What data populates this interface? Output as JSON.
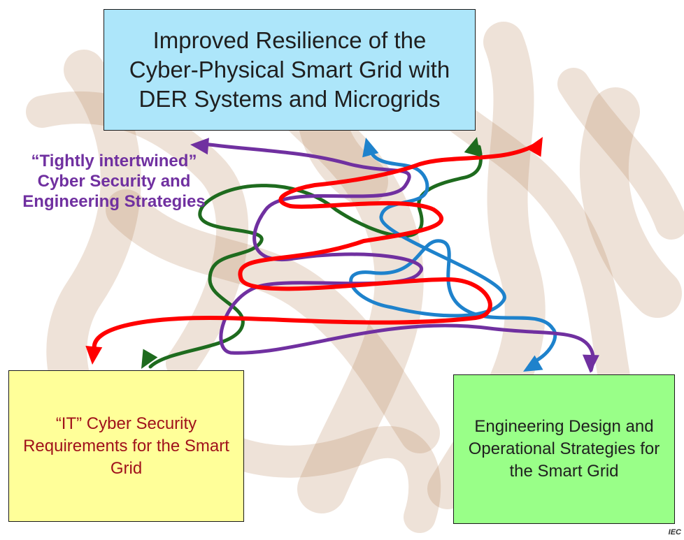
{
  "boxes": {
    "top": {
      "text": "Improved Resilience of the Cyber-Physical Smart Grid with DER Systems and Microgrids",
      "fill": "#ADE6FA",
      "text_color": "#1F1F1F"
    },
    "left": {
      "text": "“IT” Cyber Security Requirements for the Smart Grid",
      "fill": "#FFFF99",
      "text_color": "#A0111B"
    },
    "right": {
      "text": "Engineering Design and Operational Strategies for the Smart Grid",
      "fill": "#99FF88",
      "text_color": "#1F1F1F"
    }
  },
  "callout": {
    "text": "“Tightly intertwined” Cyber Security and Engineering Strategies",
    "color": "#7030A0"
  },
  "source_label": "IEC",
  "strands": [
    {
      "name": "red",
      "color": "#FF0000"
    },
    {
      "name": "green",
      "color": "#1E6B1E"
    },
    {
      "name": "blue",
      "color": "#1E82CC"
    },
    {
      "name": "purple",
      "color": "#7030A0"
    }
  ],
  "background": {
    "wood_color": "#B07A4E"
  }
}
